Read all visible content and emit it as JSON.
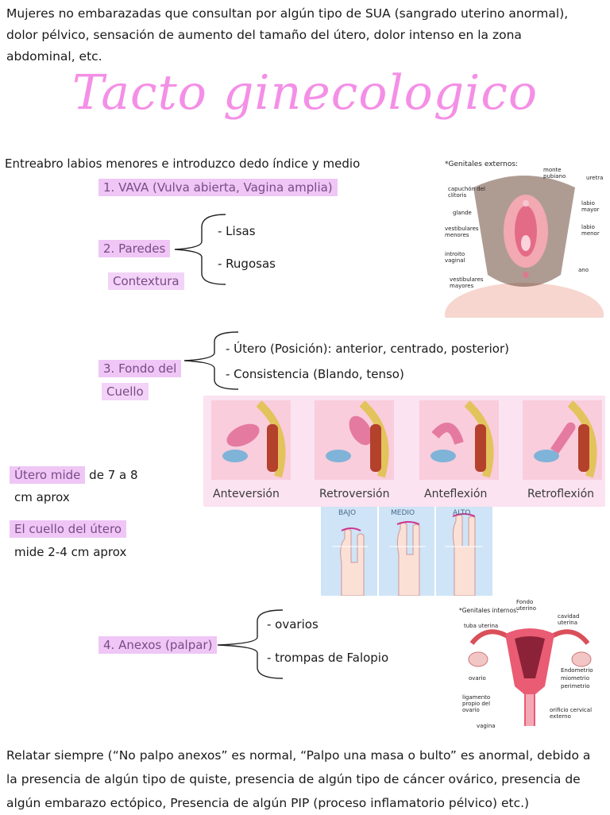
{
  "intro": "Mujeres no embarazadas que consultan por algún tipo de SUA (sangrado uterino anormal), dolor pélvico, sensación de aumento del tamaño del útero, dolor intenso en la zona abdominal, etc.",
  "title": "Tacto ginecologico",
  "step_intro": "Entreabro labios menores e introduzco dedo índice y medio",
  "steps": {
    "s1": "1.  VAVA (Vulva abierta, Vagina amplia)",
    "s2a": "2.  Paredes",
    "s2b": "Contextura",
    "s2_items": [
      "-   Lisas",
      "-   Rugosas"
    ],
    "s3a": "3.  Fondo del",
    "s3b": "Cuello",
    "s3_items": [
      "-   Útero (Posición): anterior, centrado, posterior)",
      "-   Consistencia (Blando, tenso)"
    ],
    "s4": "4.  Anexos (palpar)",
    "s4_items": [
      "-   ovarios",
      "-   trompas de Falopio"
    ]
  },
  "notes": {
    "utero_hl": "Útero mide",
    "utero_rest": " de 7 a 8",
    "utero_rest2": "cm aprox",
    "cuello_hl": "El cuello del útero",
    "cuello_rest": "mide 2-4 cm aprox"
  },
  "genitales": {
    "heading": "*Genitales externos:",
    "labels": [
      "monte pubiano",
      "uretra",
      "capuchón del clítoris",
      "glande",
      "labio mayor",
      "vestibulares menores",
      "labio menor",
      "introito vaginal",
      "ano",
      "vestibulares mayores"
    ]
  },
  "positions": [
    "Anteversión",
    "Retroversión",
    "Anteflexión",
    "Retroflexión"
  ],
  "heights": [
    "BAJO",
    "MEDIO",
    "ALTO"
  ],
  "internos": {
    "heading": "*Genitales internos:",
    "labels": [
      "Fondo uterino",
      "tuba uterina",
      "cavidad uterina",
      "Endometrio",
      "miometrio",
      "perimetrio",
      "ovario",
      "ligamento propio del ovario",
      "orificio cervical externo",
      "vagina"
    ]
  },
  "outro": "Relatar siempre (“No palpo anexos” es normal, “Palpo una masa o bulto” es anormal, debido a la presencia de algún tipo de quiste, presencia de algún tipo de cáncer ovárico, presencia de algún embarazo ectópico, Presencia de algún PIP (proceso inflamatorio pélvico) etc.)",
  "colors": {
    "title": "#f48fe6",
    "highlight": "#efc6f6",
    "panel": "#fbe3f1"
  }
}
